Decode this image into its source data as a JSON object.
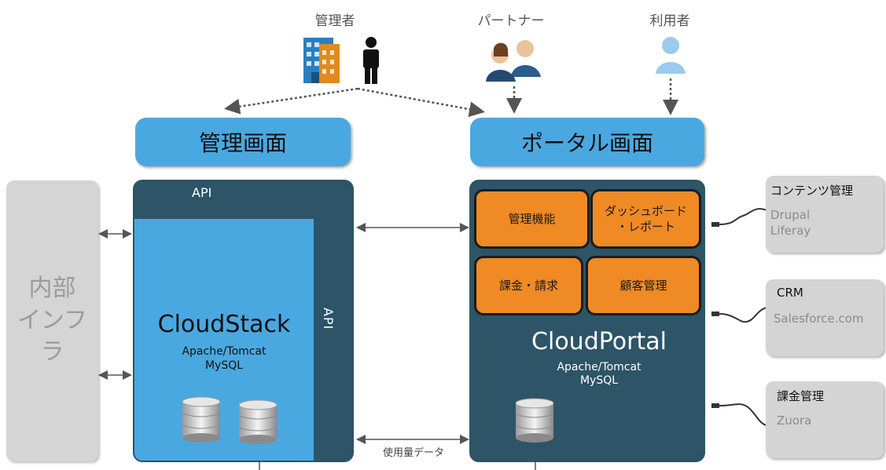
{
  "roles": {
    "admin": "管理者",
    "partner": "パートナー",
    "user": "利用者"
  },
  "screens": {
    "admin_screen": "管理画面",
    "portal_screen": "ポータル画面"
  },
  "infra": {
    "line1": "内部",
    "line2": "インフラ"
  },
  "cloudstack": {
    "name": "CloudStack",
    "api_top": "API",
    "api_side": "API",
    "stack1": "Apache/Tomcat",
    "stack2": "MySQL"
  },
  "cloudportal": {
    "name": "CloudPortal",
    "stack1": "Apache/Tomcat",
    "stack2": "MySQL",
    "modules": {
      "admin_functions": "管理機能",
      "dashboard_line1": "ダッシュボード",
      "dashboard_line2": "・レポート",
      "billing": "課金・請求",
      "customer_mgmt": "顧客管理"
    }
  },
  "usage_data": "使用量データ",
  "external": {
    "content": {
      "title": "コンテンツ管理",
      "items": [
        "Drupal",
        "Liferay"
      ]
    },
    "crm": {
      "title": "CRM",
      "items": [
        "Salesforce.com"
      ]
    },
    "billing": {
      "title": "課金管理",
      "items": [
        "Zuora"
      ]
    }
  },
  "colors": {
    "screen_blue": "#4aa8e0",
    "dark_teal": "#2d5467",
    "orange": "#ef8a25",
    "gray": "#d5d5d5"
  }
}
